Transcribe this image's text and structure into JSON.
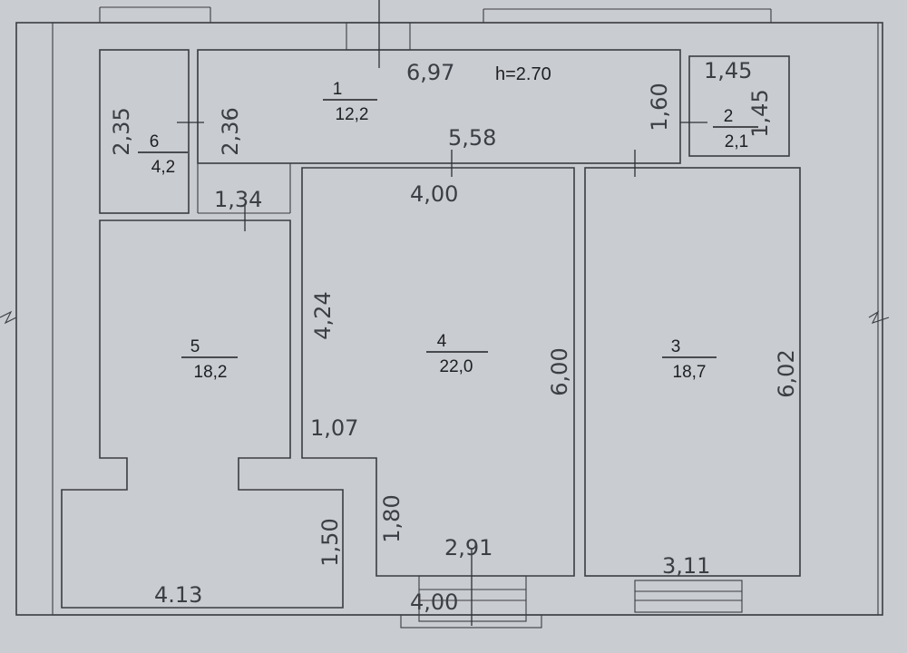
{
  "plan": {
    "ceiling_height": "h=2.70",
    "rooms": [
      {
        "number": "1",
        "area": "12,2"
      },
      {
        "number": "2",
        "area": "2,1"
      },
      {
        "number": "3",
        "area": "18,7"
      },
      {
        "number": "4",
        "area": "22,0"
      },
      {
        "number": "5",
        "area": "18,2"
      },
      {
        "number": "6",
        "area": "4,2"
      }
    ],
    "dimensions": {
      "corridor_length": "6,97",
      "corridor_inner": "5,58",
      "bath_width": "1,45",
      "bath_height": "1,45",
      "bath_side": "1,60",
      "closet_height_left": "2,35",
      "closet_height_right": "2,36",
      "passage_width": "1,34",
      "room4_top": "4,00",
      "room4_left": "4,24",
      "room4_notch": "1,07",
      "room4_right": "6,00",
      "room4_lower_left": "1,80",
      "room4_bottom": "2,91",
      "room3_right": "6,02",
      "room3_bottom": "3,11",
      "balcony_height": "1,50",
      "balcony_width": "4.13",
      "balcony_bottom": "4,00"
    }
  }
}
